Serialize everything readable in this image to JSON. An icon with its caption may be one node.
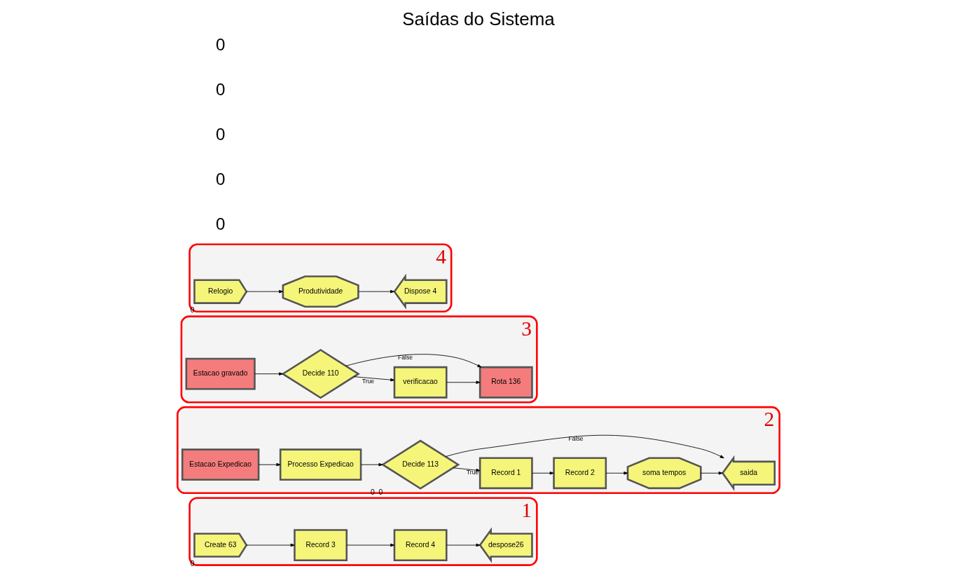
{
  "diagram": {
    "title": "Saídas do Sistema",
    "nodes": [
      {
        "text": [
          "1"
        ]
      },
      {
        "text": [
          "Create 63"
        ],
        "in": 0,
        "beside": [
          "0"
        ]
      },
      {
        "text": [
          "Record 3"
        ],
        "in": 0
      },
      {
        "text": [
          "Record 4"
        ],
        "in": 0
      },
      {
        "text": [
          "despose26"
        ],
        "in": 0
      },
      {
        "text": [
          "2"
        ]
      },
      {
        "text": [
          "Estacao Expedicao"
        ],
        "in": 5
      },
      {
        "text": [
          "Processo Expedicao"
        ],
        "in": 5
      },
      {
        "text": [
          "Decide 113"
        ],
        "in": 5,
        "beside": [
          "0",
          "0"
        ]
      },
      {
        "text": [
          "Record 1"
        ],
        "in": 5
      },
      {
        "text": [
          "Record 2"
        ],
        "in": 5
      },
      {
        "text": [
          "soma tempos"
        ],
        "in": 5
      },
      {
        "text": [
          "saida"
        ],
        "in": 5
      },
      {
        "text": [
          "3"
        ]
      },
      {
        "text": [
          "Estacao gravado"
        ],
        "in": 13
      },
      {
        "text": [
          "Decide 110"
        ],
        "in": 13
      },
      {
        "text": [
          "verificacao"
        ],
        "in": 13
      },
      {
        "text": [
          "Rota 136"
        ],
        "in": 13
      },
      {
        "text": [
          "4"
        ]
      },
      {
        "text": [
          "Relogio"
        ],
        "in": 18,
        "beside": [
          "0"
        ]
      },
      {
        "text": [
          "Produtividade"
        ],
        "in": 18
      },
      {
        "text": [
          "Dispose 4"
        ],
        "in": 18
      }
    ],
    "edges": [
      {
        "from": 1,
        "to": 2,
        "arrow": "to"
      },
      {
        "from": 2,
        "to": 3,
        "arrow": "to"
      },
      {
        "from": 3,
        "to": 4,
        "arrow": "to"
      },
      {
        "from": 6,
        "to": 7,
        "arrow": "to"
      },
      {
        "from": 7,
        "to": 8,
        "arrow": "to"
      },
      {
        "from": 8,
        "to": 9,
        "arrow": "to",
        "label": "True"
      },
      {
        "from": 9,
        "to": 10,
        "arrow": "to"
      },
      {
        "from": 10,
        "to": 11,
        "arrow": "to"
      },
      {
        "from": 11,
        "to": 12,
        "arrow": "to"
      },
      {
        "from": 8,
        "to": 12,
        "arrow": "to",
        "label": "False"
      },
      {
        "from": 14,
        "to": 15,
        "arrow": "to"
      },
      {
        "from": 15,
        "to": 16,
        "arrow": "to",
        "label": "True"
      },
      {
        "from": 16,
        "to": 17,
        "arrow": "to"
      },
      {
        "from": 15,
        "to": 17,
        "arrow": "to",
        "label": "False"
      },
      {
        "from": 19,
        "to": 20,
        "arrow": "to"
      },
      {
        "from": 20,
        "to": 21,
        "arrow": "to"
      }
    ],
    "labels": [
      "0",
      "0",
      "0",
      "0",
      "0"
    ]
  }
}
